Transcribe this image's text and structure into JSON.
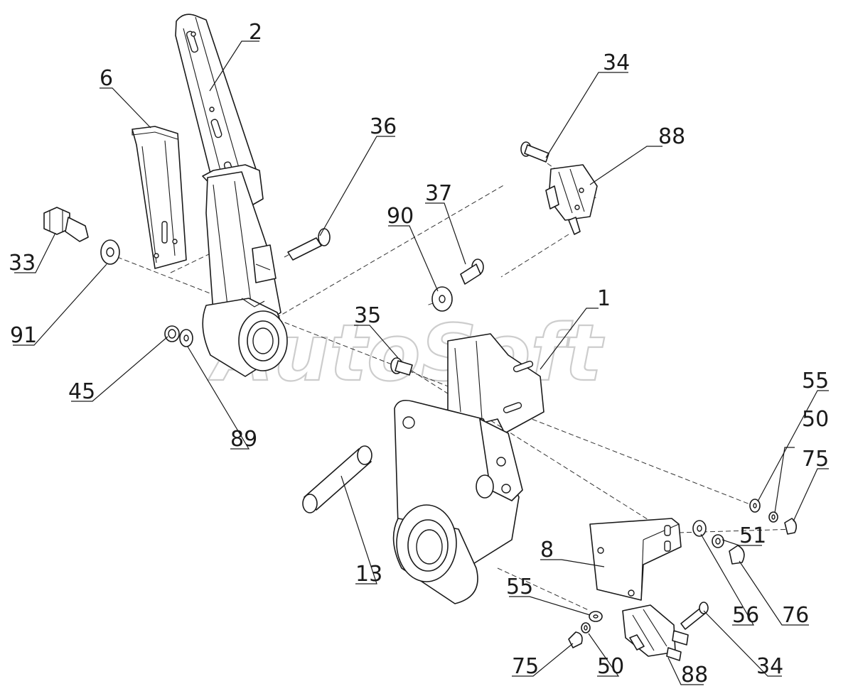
{
  "watermark": "AutoSoft",
  "callouts": {
    "c1": "1",
    "c2": "2",
    "c6": "6",
    "c8": "8",
    "c13": "13",
    "c33": "33",
    "c34_top": "34",
    "c34_bottom": "34",
    "c35": "35",
    "c36": "36",
    "c37": "37",
    "c45": "45",
    "c50_right": "50",
    "c50_bottom": "50",
    "c51": "51",
    "c55_right": "55",
    "c55_bottom": "55",
    "c56": "56",
    "c75_right": "75",
    "c75_bottom": "75",
    "c76": "76",
    "c88_top": "88",
    "c88_bottom": "88",
    "c89": "89",
    "c90": "90",
    "c91": "91"
  }
}
